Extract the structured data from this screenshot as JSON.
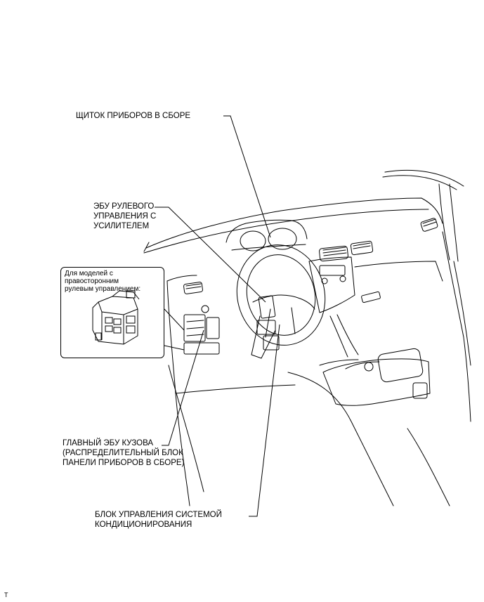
{
  "callouts": {
    "instrument_cluster": "ЩИТОК ПРИБОРОВ В СБОРЕ",
    "eps_ecu": "ЭБУ РУЛЕВОГО\nУПРАВЛЕНИЯ С\nУСИЛИТЕЛЕМ",
    "main_body_ecu": "ГЛАВНЫЙ ЭБУ КУЗОВА\n(РАСПРЕДЕЛИТЕЛЬНЫЙ БЛОК\nПАНЕЛИ ПРИБОРОВ В СБОРЕ)",
    "ac_control": "БЛОК УПРАВЛЕНИЯ СИСТЕМОЙ\nКОНДИЦИОНИРОВАНИЯ"
  },
  "inset": {
    "caption": "Для моделей с\nправосторонним\nрулевым управлением:"
  },
  "corner_mark": "T"
}
